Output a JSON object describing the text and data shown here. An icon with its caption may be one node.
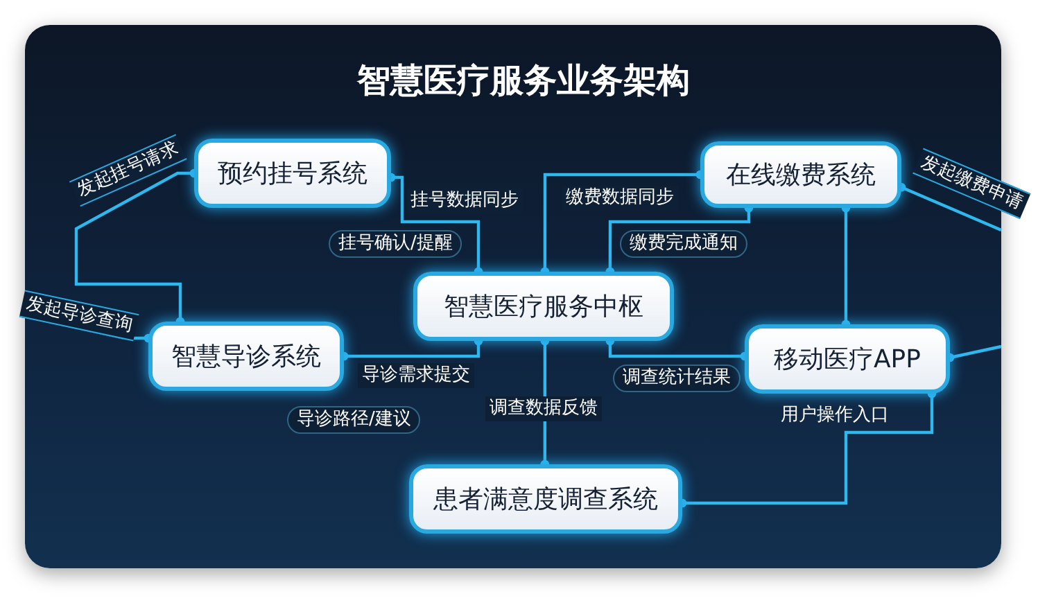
{
  "diagram": {
    "title": "智慧医疗服务业务架构",
    "nodes": [
      {
        "text": [
          "预约挂号系统"
        ]
      },
      {
        "text": [
          "在线缴费系统"
        ]
      },
      {
        "text": [
          "智慧医疗服务中枢"
        ]
      },
      {
        "text": [
          "智慧导诊系统"
        ]
      },
      {
        "text": [
          "移动医疗APP"
        ],
        "beside": [
          "用户操作入口"
        ]
      },
      {
        "text": [
          "患者满意度调查系统"
        ]
      }
    ],
    "edges": [
      {
        "from": 0,
        "to": 3,
        "arrow": "other",
        "label": "发起挂号请求"
      },
      {
        "from": null,
        "to": 3,
        "arrow": "other",
        "label": "发起导诊查询"
      },
      {
        "from": 0,
        "to": 2,
        "arrow": "other",
        "label": "挂号数据同步"
      },
      {
        "from": 1,
        "to": 2,
        "arrow": "other",
        "label": "缴费数据同步"
      },
      {
        "from": 2,
        "to": 1,
        "arrow": "other",
        "label": "缴费完成通知"
      },
      {
        "from": 1,
        "to": null,
        "arrow": "other",
        "label": "发起缴费申请"
      },
      {
        "from": 1,
        "to": 4,
        "arrow": "other"
      },
      {
        "from": 4,
        "to": null,
        "arrow": "other"
      },
      {
        "from": 2,
        "to": 3,
        "arrow": "other",
        "label": "导诊需求提交"
      },
      {
        "from": 2,
        "to": 5,
        "arrow": "other",
        "label": "调查数据反馈"
      },
      {
        "from": 2,
        "to": 4,
        "arrow": "other",
        "label": "调查统计结果"
      },
      {
        "from": 4,
        "to": 5,
        "arrow": "other"
      }
    ],
    "labels": [
      "挂号确认/提醒",
      "导诊路径/建议"
    ]
  }
}
